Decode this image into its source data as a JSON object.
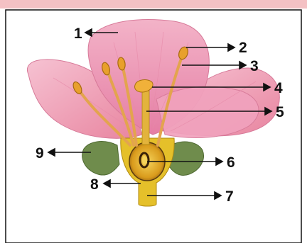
{
  "diagram": {
    "labels": [
      "1",
      "2",
      "3",
      "4",
      "5",
      "6",
      "7",
      "8",
      "9"
    ]
  },
  "colors": {
    "petal": "#f0a7c0",
    "petal_dark": "#e07aa0",
    "stamen": "#e3a44e",
    "anther": "#e8a02c",
    "sepal": "#6f8c4c",
    "receptacle": "#e5c02a",
    "ovary_dark": "#5a3a10",
    "ink": "#111111"
  }
}
